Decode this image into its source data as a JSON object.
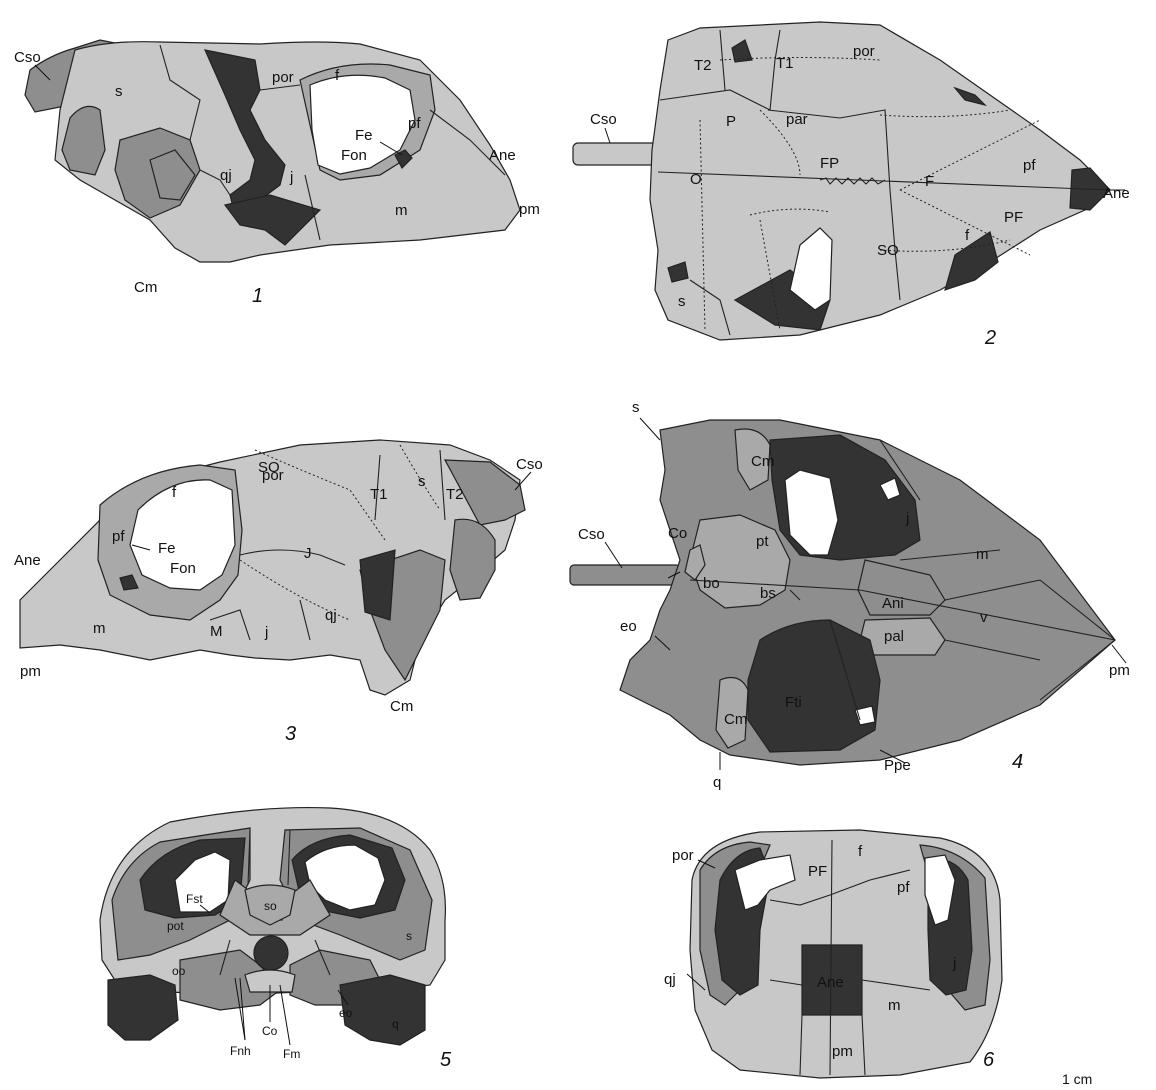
{
  "panels": [
    {
      "number": "1",
      "labels": [
        "Cso",
        "s",
        "por",
        "f",
        "pf",
        "Fe",
        "Fon",
        "Ane",
        "pm",
        "qj",
        "j",
        "m",
        "Cm"
      ]
    },
    {
      "number": "2",
      "labels": [
        "T2",
        "T1",
        "por",
        "Cso",
        "P",
        "par",
        "FP",
        "O",
        "F",
        "pf",
        "Ane",
        "PF",
        "SO",
        "f",
        "s"
      ]
    },
    {
      "number": "3",
      "labels": [
        "SO",
        "por",
        "Cso",
        "f",
        "T1",
        "s",
        "T2",
        "pf",
        "Fe",
        "Ane",
        "Fon",
        "J",
        "m",
        "M",
        "j",
        "qj",
        "pm",
        "Cm"
      ]
    },
    {
      "number": "4",
      "labels": [
        "s",
        "Cm",
        "j",
        "pt",
        "m",
        "Cso",
        "Co",
        "bo",
        "bs",
        "Ani",
        "v",
        "pal",
        "pm",
        "eo",
        "Fti",
        "Cm",
        "q",
        "Ppe"
      ]
    },
    {
      "number": "5",
      "labels": [
        "Fst",
        "so",
        "pot",
        "s",
        "oo",
        "q",
        "eo",
        "Co",
        "Fm",
        "Fnh"
      ]
    },
    {
      "number": "6",
      "labels": [
        "por",
        "PF",
        "f",
        "pf",
        "qj",
        "j",
        "Ane",
        "m",
        "pm"
      ]
    }
  ],
  "scale_label": "1 cm",
  "colors": {
    "light": "#c8c8c8",
    "medium": "#8e8e8e",
    "dark": "#333333",
    "opening": "#ffffff"
  }
}
